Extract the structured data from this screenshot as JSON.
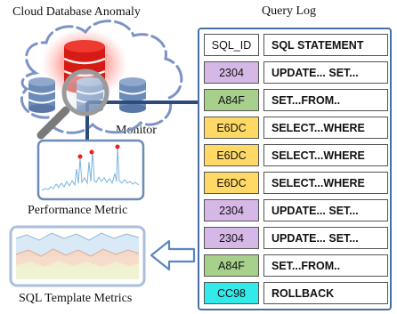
{
  "titles": {
    "cloud_db": "Cloud Database Anomaly",
    "query_log": "Query Log",
    "monitor": "Monitor",
    "performance_metric": "Performance Metric",
    "sql_template_metrics": "SQL Template Metrics"
  },
  "query_log": {
    "header": {
      "id": "SQL_ID",
      "statement": "SQL STATEMENT"
    },
    "rows": [
      {
        "id": "2304",
        "statement": "UPDATE... SET...",
        "color": "#d5b8e6"
      },
      {
        "id": "A84F",
        "statement": "SET...FROM..",
        "color": "#a8d08d"
      },
      {
        "id": "E6DC",
        "statement": "SELECT...WHERE",
        "color": "#ffd966"
      },
      {
        "id": "E6DC",
        "statement": "SELECT...WHERE",
        "color": "#ffd966"
      },
      {
        "id": "E6DC",
        "statement": "SELECT...WHERE",
        "color": "#ffd966"
      },
      {
        "id": "2304",
        "statement": "UPDATE... SET...",
        "color": "#d5b8e6"
      },
      {
        "id": "2304",
        "statement": "UPDATE... SET...",
        "color": "#d5b8e6"
      },
      {
        "id": "A84F",
        "statement": "SET...FROM..",
        "color": "#a8d08d"
      },
      {
        "id": "CC98",
        "statement": "ROLLBACK",
        "color": "#33eaea"
      }
    ]
  },
  "colors": {
    "accent_blue": "#4a6fa5",
    "anomaly_red": "#e8201c",
    "db_blue": "#6b8bb8"
  },
  "icons": [
    "cloud-icon",
    "database-icon",
    "magnifier-icon",
    "arrow-left-icon"
  ]
}
